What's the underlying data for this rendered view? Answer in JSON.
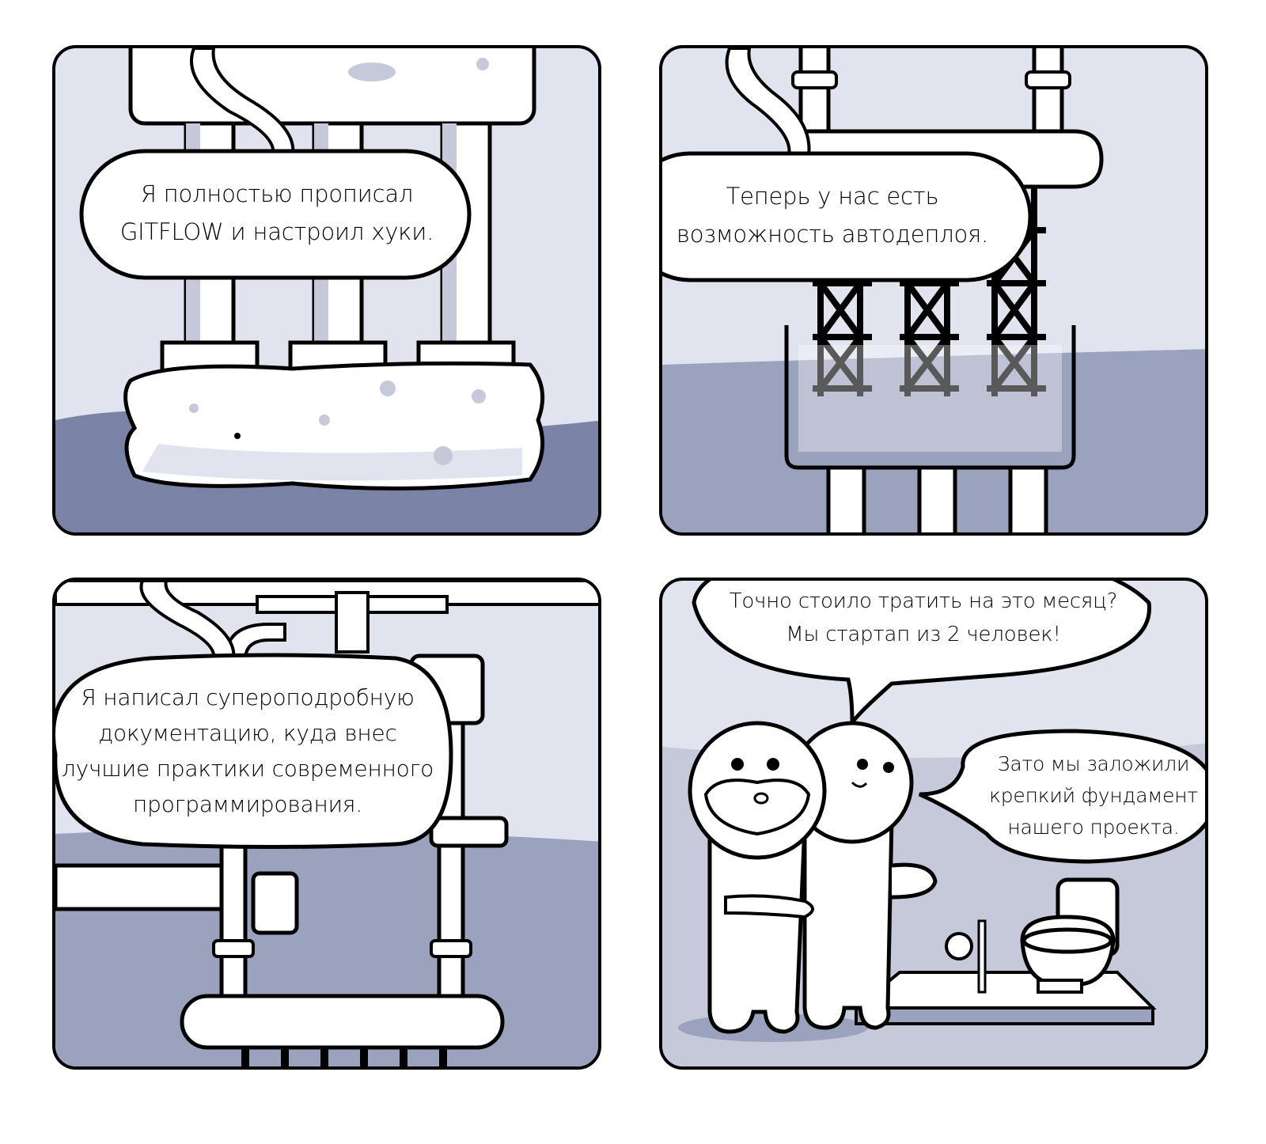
{
  "comic": {
    "panels": [
      {
        "speech": "Я полностью прописал\nGITFLOW и настроил хуки."
      },
      {
        "speech": "Теперь у нас есть\nвозможность автодеплоя."
      },
      {
        "speech": "Я написал супероподробную\nдокументацию, куда внес\nлучшие практики современного\nпрограммирования."
      },
      {
        "speech_top": "Точно стоило тратить на это месяц?\nМы стартап из 2 человек!",
        "speech_side": "Зато мы заложили\nкрепкий фундамент\nнашего проекта."
      }
    ]
  },
  "colors": {
    "outline": "#000000",
    "sky": "#e1e3ee",
    "ground": "#9ba2bd",
    "ground_dark": "#7a83a6",
    "shade": "#c5c9da",
    "white": "#ffffff"
  }
}
